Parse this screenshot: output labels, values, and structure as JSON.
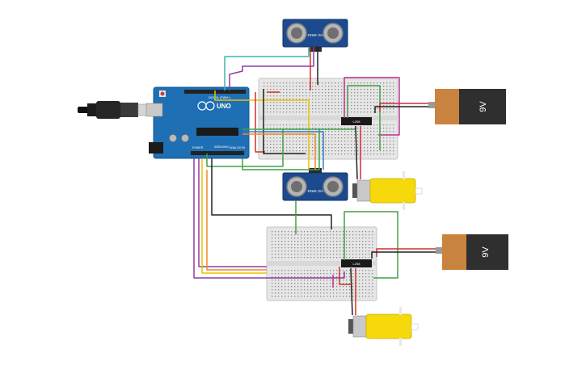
{
  "arduino": {
    "logo_text": "UNO",
    "brand_text": "ARDUINO",
    "header_digital": "DIGITAL (PWM~)",
    "header_power": "POWER",
    "header_analog": "ANALOG IN",
    "color": "#1f6fb4"
  },
  "sensors": [
    {
      "label": "HC-SR04"
    },
    {
      "label": "HC-SR04"
    }
  ],
  "drivers": [
    {
      "label": "L298"
    },
    {
      "label": "L298"
    }
  ],
  "batteries": [
    {
      "label": "9V"
    },
    {
      "label": "9V"
    }
  ],
  "colors": {
    "wire_red": "#d32f2f",
    "wire_green": "#43a047",
    "wire_purple": "#8e3ca3",
    "wire_yellow": "#e8c400",
    "wire_teal": "#3fb6b0",
    "wire_black": "#222222",
    "wire_blue": "#2e7fd1",
    "wire_orange": "#f08a24",
    "wire_magenta": "#c2338f",
    "motor_yellow": "#f5d90a",
    "battery_body": "#2f2f2f",
    "battery_cap": "#c8843e"
  }
}
